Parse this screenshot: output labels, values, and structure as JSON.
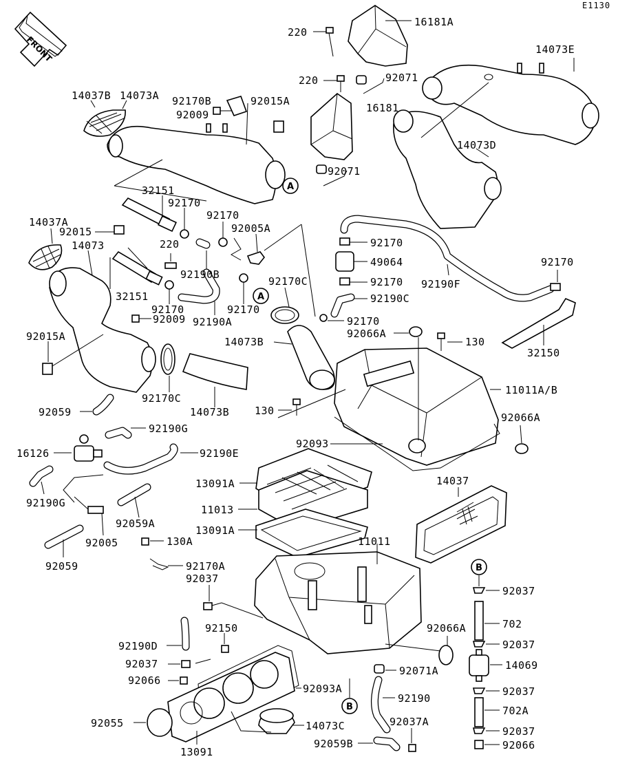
{
  "diagram_code": "E1130",
  "front_label": "FRONT",
  "ref_circles": {
    "a": "A",
    "b": "B"
  },
  "labels": {
    "p220_top": "220",
    "p16181A": "16181A",
    "p14073E": "14073E",
    "p220_mid": "220",
    "p92071_top": "92071",
    "p14037B": "14037B",
    "p14073A": "14073A",
    "p92170B": "92170B",
    "p92015A_top": "92015A",
    "p92009_top": "92009",
    "p16181": "16181",
    "p14073D": "14073D",
    "p92071_mid": "92071",
    "p32151_top": "32151",
    "p92170_a": "92170",
    "p92170_b": "92170",
    "p14037A": "14037A",
    "p92015": "92015",
    "p92005A": "92005A",
    "p14073": "14073",
    "p220_low": "220",
    "p92190B": "92190B",
    "p92170_r1": "92170",
    "p49064": "49064",
    "p92170_r2": "92170",
    "p92170_far": "92170",
    "p92190F": "92190F",
    "p32151_low": "32151",
    "p92170C_mid": "92170C",
    "p92190C": "92190C",
    "p92170_c": "92170",
    "p92190A": "92190A",
    "p92170_d": "92170",
    "p92170_e": "92170",
    "p92009_low": "92009",
    "p92066A_top": "92066A",
    "p130_top": "130",
    "p14073B_top": "14073B",
    "p32150": "32150",
    "p92015A_low": "92015A",
    "p92170C_low": "92170C",
    "p11011AB": "11011A/B",
    "p14073B_low": "14073B",
    "p130_mid": "130",
    "p92059_top": "92059",
    "p92066A_mid": "92066A",
    "p92093": "92093",
    "p92190G_top": "92190G",
    "p16126": "16126",
    "p92190E": "92190E",
    "p13091A_top": "13091A",
    "p14037": "14037",
    "p92190G_low": "92190G",
    "p11013": "11013",
    "p92059A": "92059A",
    "p13091A_low": "13091A",
    "p92005": "92005",
    "p130A": "130A",
    "p11011": "11011",
    "p92059_low": "92059",
    "p92170A": "92170A",
    "p92037_top": "92037",
    "p92037_r1": "92037",
    "p702": "702",
    "p92066A_low": "92066A",
    "p92150": "92150",
    "p92190D": "92190D",
    "p92037_r2": "92037",
    "p92037_l": "92037",
    "p14069": "14069",
    "p92071A": "92071A",
    "p92066_l": "92066",
    "p92093A": "92093A",
    "p92037_r3": "92037",
    "p92190": "92190",
    "p702A": "702A",
    "p92055": "92055",
    "p14073C": "14073C",
    "p92037A": "92037A",
    "p92037_r4": "92037",
    "p92059B": "92059B",
    "p92066_r": "92066",
    "p13091": "13091"
  }
}
